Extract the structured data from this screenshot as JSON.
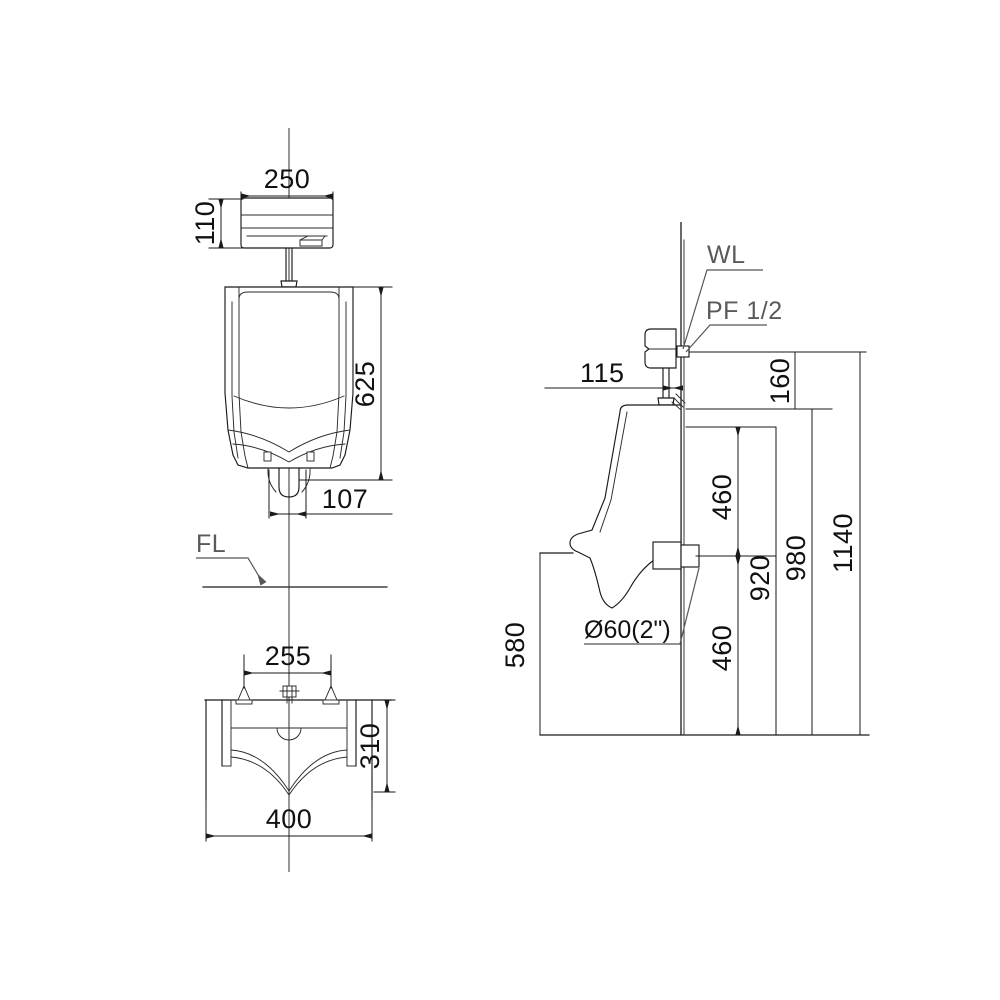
{
  "drawing": {
    "type": "technical-drawing",
    "subject": "wall-hung urinal installation drawing",
    "views": [
      {
        "id": "front",
        "name": "front-elevation"
      },
      {
        "id": "plan",
        "name": "bottom-plan"
      },
      {
        "id": "side",
        "name": "side-section"
      }
    ],
    "line_color": "#1a1a1a",
    "label_color": "#5a5a5a",
    "background": "#ffffff"
  },
  "front_view": {
    "dimensions": {
      "valve_width": "250",
      "valve_height": "110",
      "bowl_height": "625",
      "outlet_spacing": "107"
    }
  },
  "plan_view": {
    "dimensions": {
      "bracket_spacing": "255",
      "depth": "310",
      "width": "400"
    }
  },
  "side_view": {
    "labels": {
      "water_line": "WL",
      "supply_thread": "PF 1/2",
      "waste_outlet": "Ø60(2\")"
    },
    "dimensions": {
      "valve_projection": "115",
      "valve_to_rim": "160",
      "rim_to_outlet": "460",
      "outlet_to_floor": "460",
      "outlet_height": "920",
      "rim_height": "980",
      "total_height": "1140",
      "body_height": "580"
    }
  },
  "annotations": {
    "floor_level": "FL"
  }
}
